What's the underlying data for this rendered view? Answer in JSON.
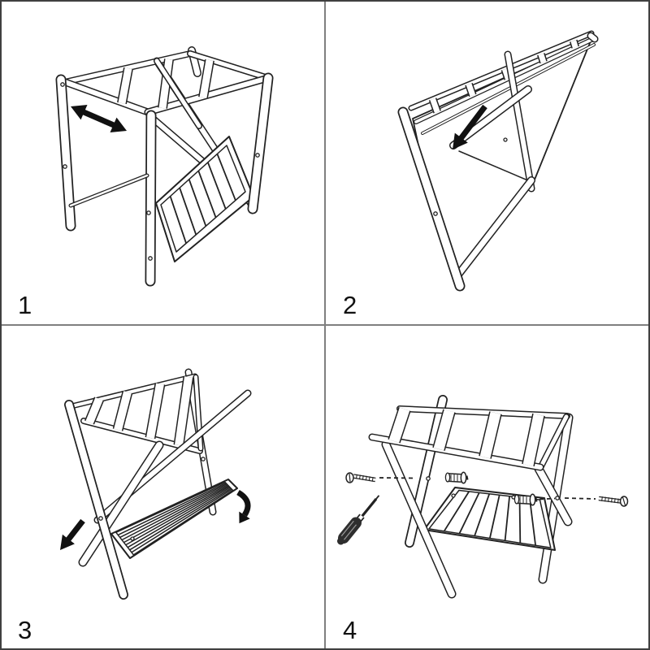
{
  "document_type": "assembly-instruction-sheet",
  "product": "folding-luggage-rack-with-slatted-shelf",
  "colors": {
    "background": "#ffffff",
    "line_art": "#222222",
    "arrow_fill": "#111111",
    "panel_divider": "#7f7f7f",
    "outer_border": "#3f3f3f",
    "screwdriver_handle": "#2e2e2e"
  },
  "steps": [
    {
      "number": "1",
      "illustration": "rack-standing-shelf-folded-down-icon",
      "arrow_icons": [
        "double-headed-diagonal-arrow-icon"
      ]
    },
    {
      "number": "2",
      "illustration": "rack-folded-flat-tilted-icon",
      "arrow_icons": [
        "arrow-down-left-icon"
      ]
    },
    {
      "number": "3",
      "illustration": "rack-opened-shelf-tilted-icon",
      "arrow_icons": [
        "arrow-down-left-icon",
        "curved-fold-arrow-icon"
      ]
    },
    {
      "number": "4",
      "illustration": "rack-assembled-with-hardware-icon",
      "hardware_icons": [
        "screw-icon",
        "barrel-nut-icon",
        "barrel-nut-icon",
        "screw-icon",
        "flathead-screwdriver-icon"
      ]
    }
  ]
}
